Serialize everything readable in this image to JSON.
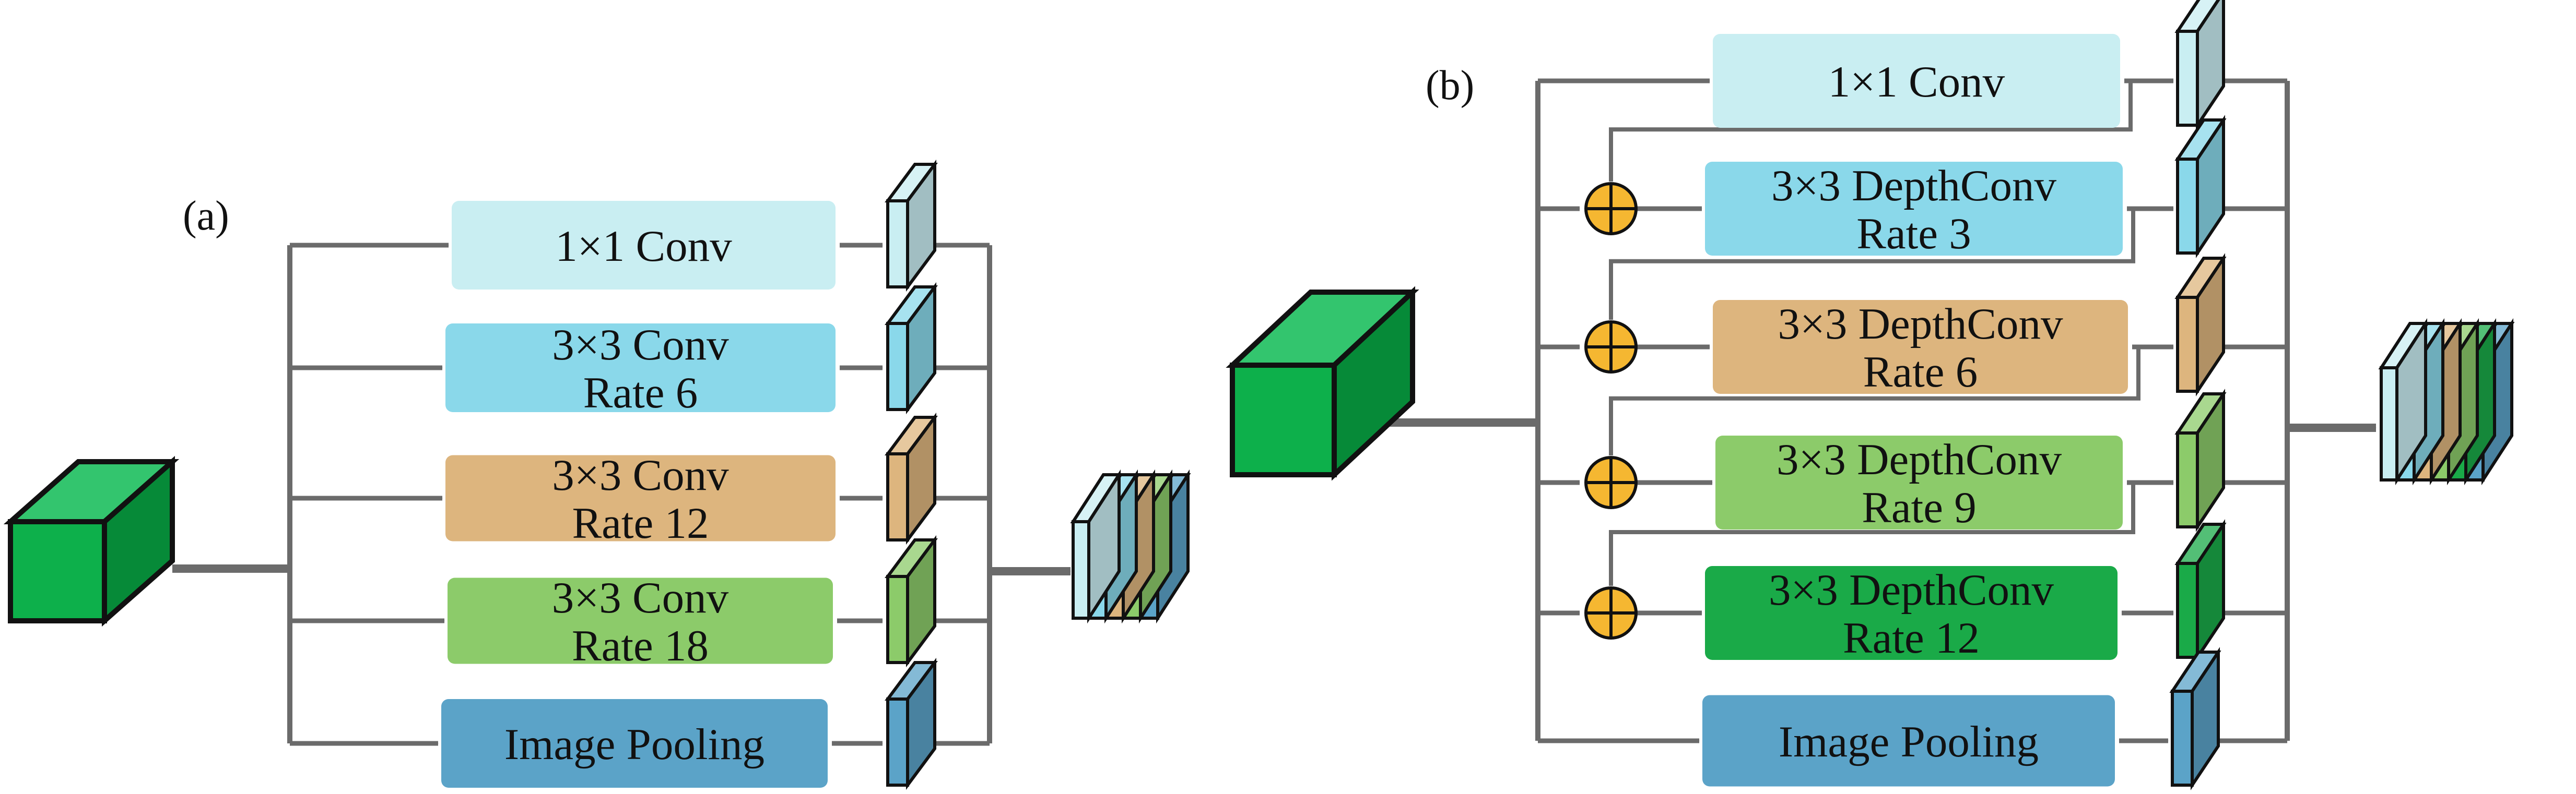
{
  "panel_a": {
    "label": "(a)",
    "blocks": [
      {
        "lines": [
          "1×1 Conv"
        ],
        "fill": "#c9eef2"
      },
      {
        "lines": [
          "3×3 Conv",
          "Rate 6"
        ],
        "fill": "#8ad8ea"
      },
      {
        "lines": [
          "3×3 Conv",
          "Rate 12"
        ],
        "fill": "#ddb57e"
      },
      {
        "lines": [
          "3×3 Conv",
          "Rate 18"
        ],
        "fill": "#8ccb6a"
      },
      {
        "lines": [
          "Image Pooling"
        ],
        "fill": "#5ba3c8"
      }
    ]
  },
  "panel_b": {
    "label": "(b)",
    "blocks": [
      {
        "lines": [
          "1×1 Conv"
        ],
        "fill": "#c9eef2"
      },
      {
        "lines": [
          "3×3 DepthConv",
          "Rate 3"
        ],
        "fill": "#8ad8ea"
      },
      {
        "lines": [
          "3×3 DepthConv",
          "Rate 6"
        ],
        "fill": "#ddb57e"
      },
      {
        "lines": [
          "3×3 DepthConv",
          "Rate 9"
        ],
        "fill": "#8ccb6a"
      },
      {
        "lines": [
          "3×3 DepthConv",
          "Rate 12"
        ],
        "fill": "#1aaa48"
      },
      {
        "lines": [
          "Image Pooling"
        ],
        "fill": "#5ba3c8"
      }
    ]
  },
  "colors": {
    "arrow": "#6b6b6b",
    "input_front": "#0db04b",
    "input_top": "#33c56e",
    "input_side": "#068a38",
    "add_node": "#f5b731",
    "feat_outline": "#111111"
  },
  "icons": {
    "add_node": "circle-plus-icon",
    "feature_map": "cuboid-icon"
  }
}
